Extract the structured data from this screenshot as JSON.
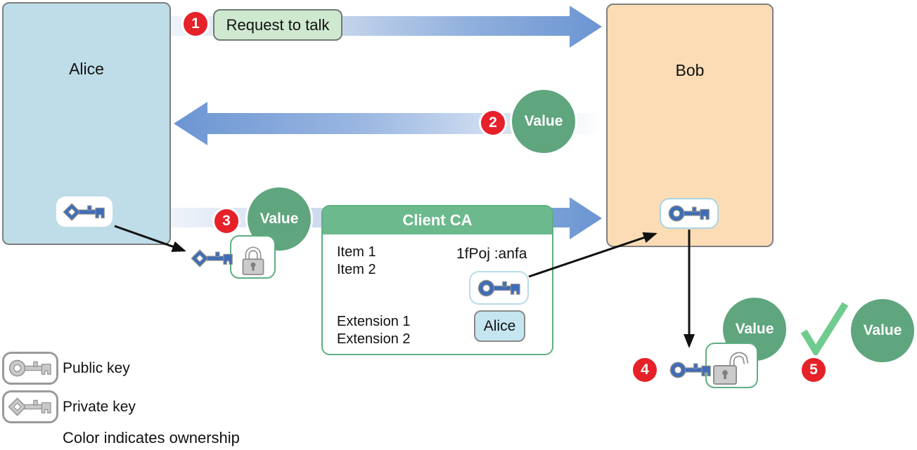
{
  "actors": {
    "alice": {
      "label": "Alice"
    },
    "bob": {
      "label": "Bob"
    }
  },
  "steps": [
    {
      "number": "1",
      "label": "Request to talk"
    },
    {
      "number": "2",
      "value": "Value"
    },
    {
      "number": "3",
      "value": "Value"
    },
    {
      "number": "4",
      "value": "Value"
    },
    {
      "number": "5",
      "value": "Value"
    }
  ],
  "certificate": {
    "title": "Client CA",
    "items": [
      "Item 1",
      "Item 2"
    ],
    "extensions": [
      "Extension 1",
      "Extension 2"
    ],
    "key_text": "1fPoj :anfa",
    "subject": "Alice"
  },
  "legend": {
    "public_key_label": "Public key",
    "private_key_label": "Private key",
    "ownership_note": "Color indicates ownership"
  },
  "icons": {
    "public_key": "public-key-icon",
    "private_key": "private-key-icon",
    "closed_lock": "closed-lock-icon",
    "open_lock": "open-lock-icon",
    "checkmark": "checkmark-icon"
  },
  "colors": {
    "alice_fill": "#bedde8",
    "bob_fill": "#fbdcb4",
    "value_green": "#5fa57e",
    "badge_red": "#e62129",
    "arrow_blue": "#6b95d2",
    "cert_header_green": "#6cb98e",
    "cert_border_green": "#5fae83",
    "key_blue": "#3e6db7",
    "key_gray": "#c9c9c9",
    "check_green": "#70cb8e",
    "request_fill": "#cfe9d1"
  }
}
